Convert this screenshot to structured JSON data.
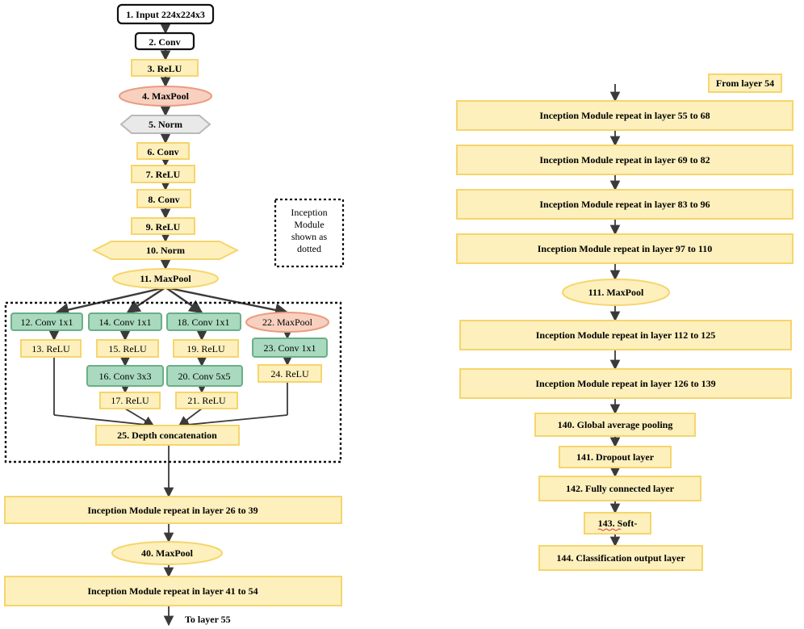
{
  "left": {
    "n1": "1. Input 224x224x3",
    "n2": "2. Conv",
    "n3": "3. ReLU",
    "n4": "4. MaxPool",
    "n5": "5. Norm",
    "n6": "6. Conv",
    "n7": "7. ReLU",
    "n8": "8. Conv",
    "n9": "9. ReLU",
    "n10": "10. Norm",
    "n11": "11. MaxPool",
    "note": [
      "Inception",
      "Module",
      "shown as",
      "dotted"
    ],
    "n12": "12. Conv 1x1",
    "n13": "13. ReLU",
    "n14": "14. Conv 1x1",
    "n15": "15. ReLU",
    "n16": "16. Conv 3x3",
    "n17": "17. ReLU",
    "n18": "18. Conv 1x1",
    "n19": "19. ReLU",
    "n20": "20. Conv 5x5",
    "n21": "21. ReLU",
    "n22": "22. MaxPool",
    "n23": "23. Conv 1x1",
    "n24": "24. ReLU",
    "n25": "25. Depth concatenation",
    "rep1": "Inception Module repeat in layer 26 to 39",
    "n40": "40. MaxPool",
    "rep2": "Inception Module repeat in layer 41 to 54",
    "to55": "To layer 55"
  },
  "right": {
    "from54": "From layer 54",
    "rep55": "Inception Module repeat in layer 55 to 68",
    "rep69": "Inception Module repeat in layer 69 to 82",
    "rep83": "Inception Module repeat in layer 83 to 96",
    "rep97": "Inception Module repeat in layer 97 to 110",
    "n111": "111. MaxPool",
    "rep112": "Inception Module repeat in layer 112 to 125",
    "rep126": "Inception Module repeat in layer 126 to 139",
    "n140": "140. Global average pooling",
    "n141": "141. Dropout layer",
    "n142": "142. Fully connected layer",
    "n143": "143. Soft-",
    "n144": "144. Classification output layer"
  },
  "colors": {
    "yellow_fill": "#fdf0bd",
    "yellow_stroke": "#f6d56b",
    "green_fill": "#a9d9be",
    "green_stroke": "#6aaf86",
    "salmon_fill": "#f8d0c0",
    "salmon_stroke": "#ea9c80",
    "gray_fill": "#e9e9e9",
    "gray_stroke": "#b9b9b9",
    "arrow": "#3a3a3a"
  }
}
